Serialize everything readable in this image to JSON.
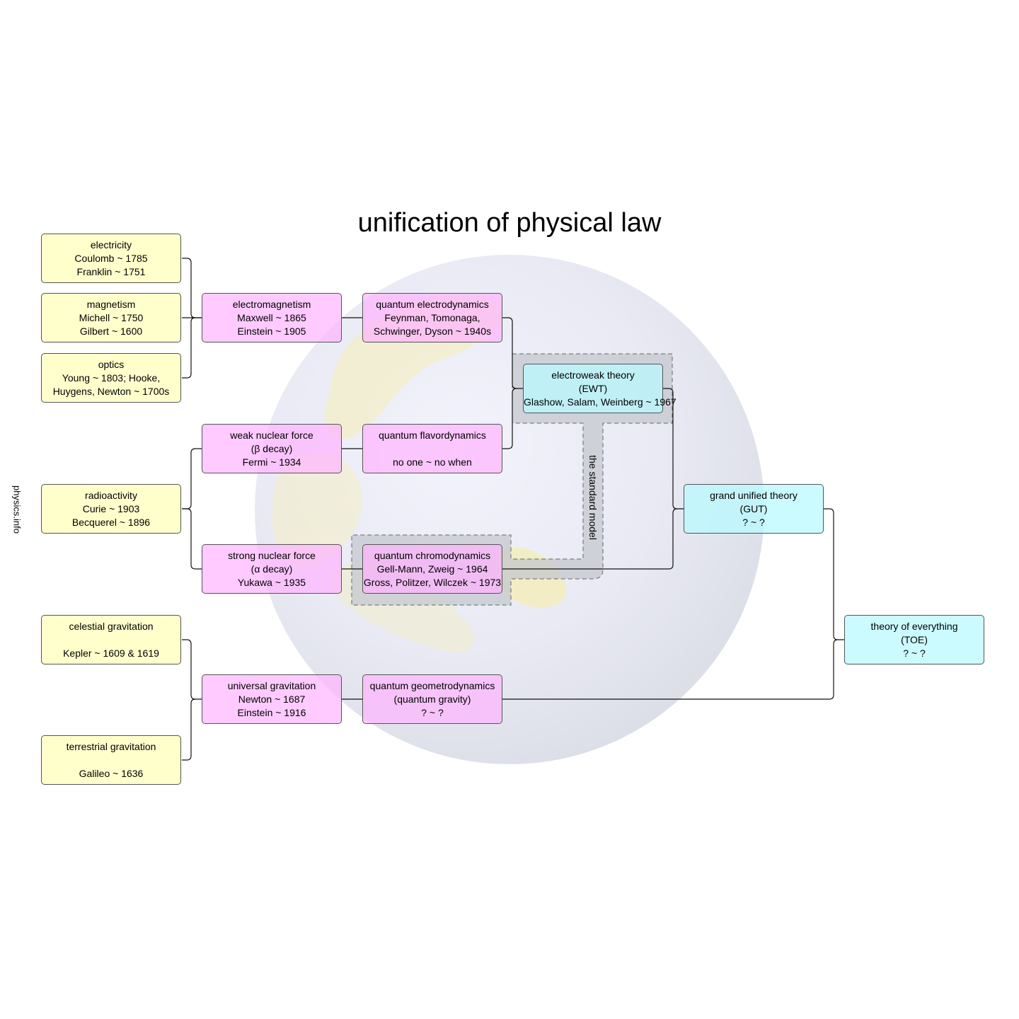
{
  "title": "unification of physical law",
  "side_label": "physics.info",
  "standard_model_label": "the standard model",
  "colors": {
    "classical": "#ffffcc",
    "unified": "#ffb4ff",
    "theory": "#b9faff",
    "standard_model_band": "#c4c6cd"
  },
  "boxes": {
    "electricity": [
      "electricity",
      "Coulomb ~ 1785",
      "Franklin ~ 1751"
    ],
    "magnetism": [
      "magnetism",
      "Michell ~ 1750",
      "Gilbert ~ 1600"
    ],
    "optics": [
      "optics",
      "Young ~ 1803; Hooke,",
      "Huygens, Newton ~ 1700s"
    ],
    "radioactivity": [
      "radioactivity",
      "Curie ~ 1903",
      "Becquerel ~ 1896"
    ],
    "celestial_gravitation": [
      "celestial gravitation",
      "",
      "Kepler ~ 1609 & 1619"
    ],
    "terrestrial_gravitation": [
      "terrestrial gravitation",
      "",
      "Galileo ~ 1636"
    ],
    "electromagnetism": [
      "electromagnetism",
      "Maxwell ~ 1865",
      "Einstein ~ 1905"
    ],
    "weak_nuclear_force": [
      "weak nuclear force",
      "(β decay)",
      "Fermi ~ 1934"
    ],
    "strong_nuclear_force": [
      "strong nuclear force",
      "(α decay)",
      "Yukawa ~ 1935"
    ],
    "universal_gravitation": [
      "universal gravitation",
      "Newton ~ 1687",
      "Einstein ~ 1916"
    ],
    "quantum_electrodynamics": [
      "quantum electrodynamics",
      "Feynman, Tomonaga,",
      "Schwinger, Dyson ~ 1940s"
    ],
    "quantum_flavordynamics": [
      "quantum flavordynamics",
      "",
      "no one ~ no when"
    ],
    "quantum_chromodynamics": [
      "quantum chromodynamics",
      "Gell-Mann, Zweig ~ 1964",
      "Gross, Politzer, Wilczek ~ 1973"
    ],
    "quantum_geometrodynamics": [
      "quantum geometrodynamics",
      "(quantum gravity)",
      "? ~ ?"
    ],
    "electroweak_theory": [
      "electroweak theory",
      "(EWT)",
      "Glashow, Salam, Weinberg ~ 1967"
    ],
    "grand_unified_theory": [
      "grand unified theory",
      "(GUT)",
      "? ~ ?"
    ],
    "theory_of_everything": [
      "theory of everything",
      "(TOE)",
      "? ~ ?"
    ]
  }
}
